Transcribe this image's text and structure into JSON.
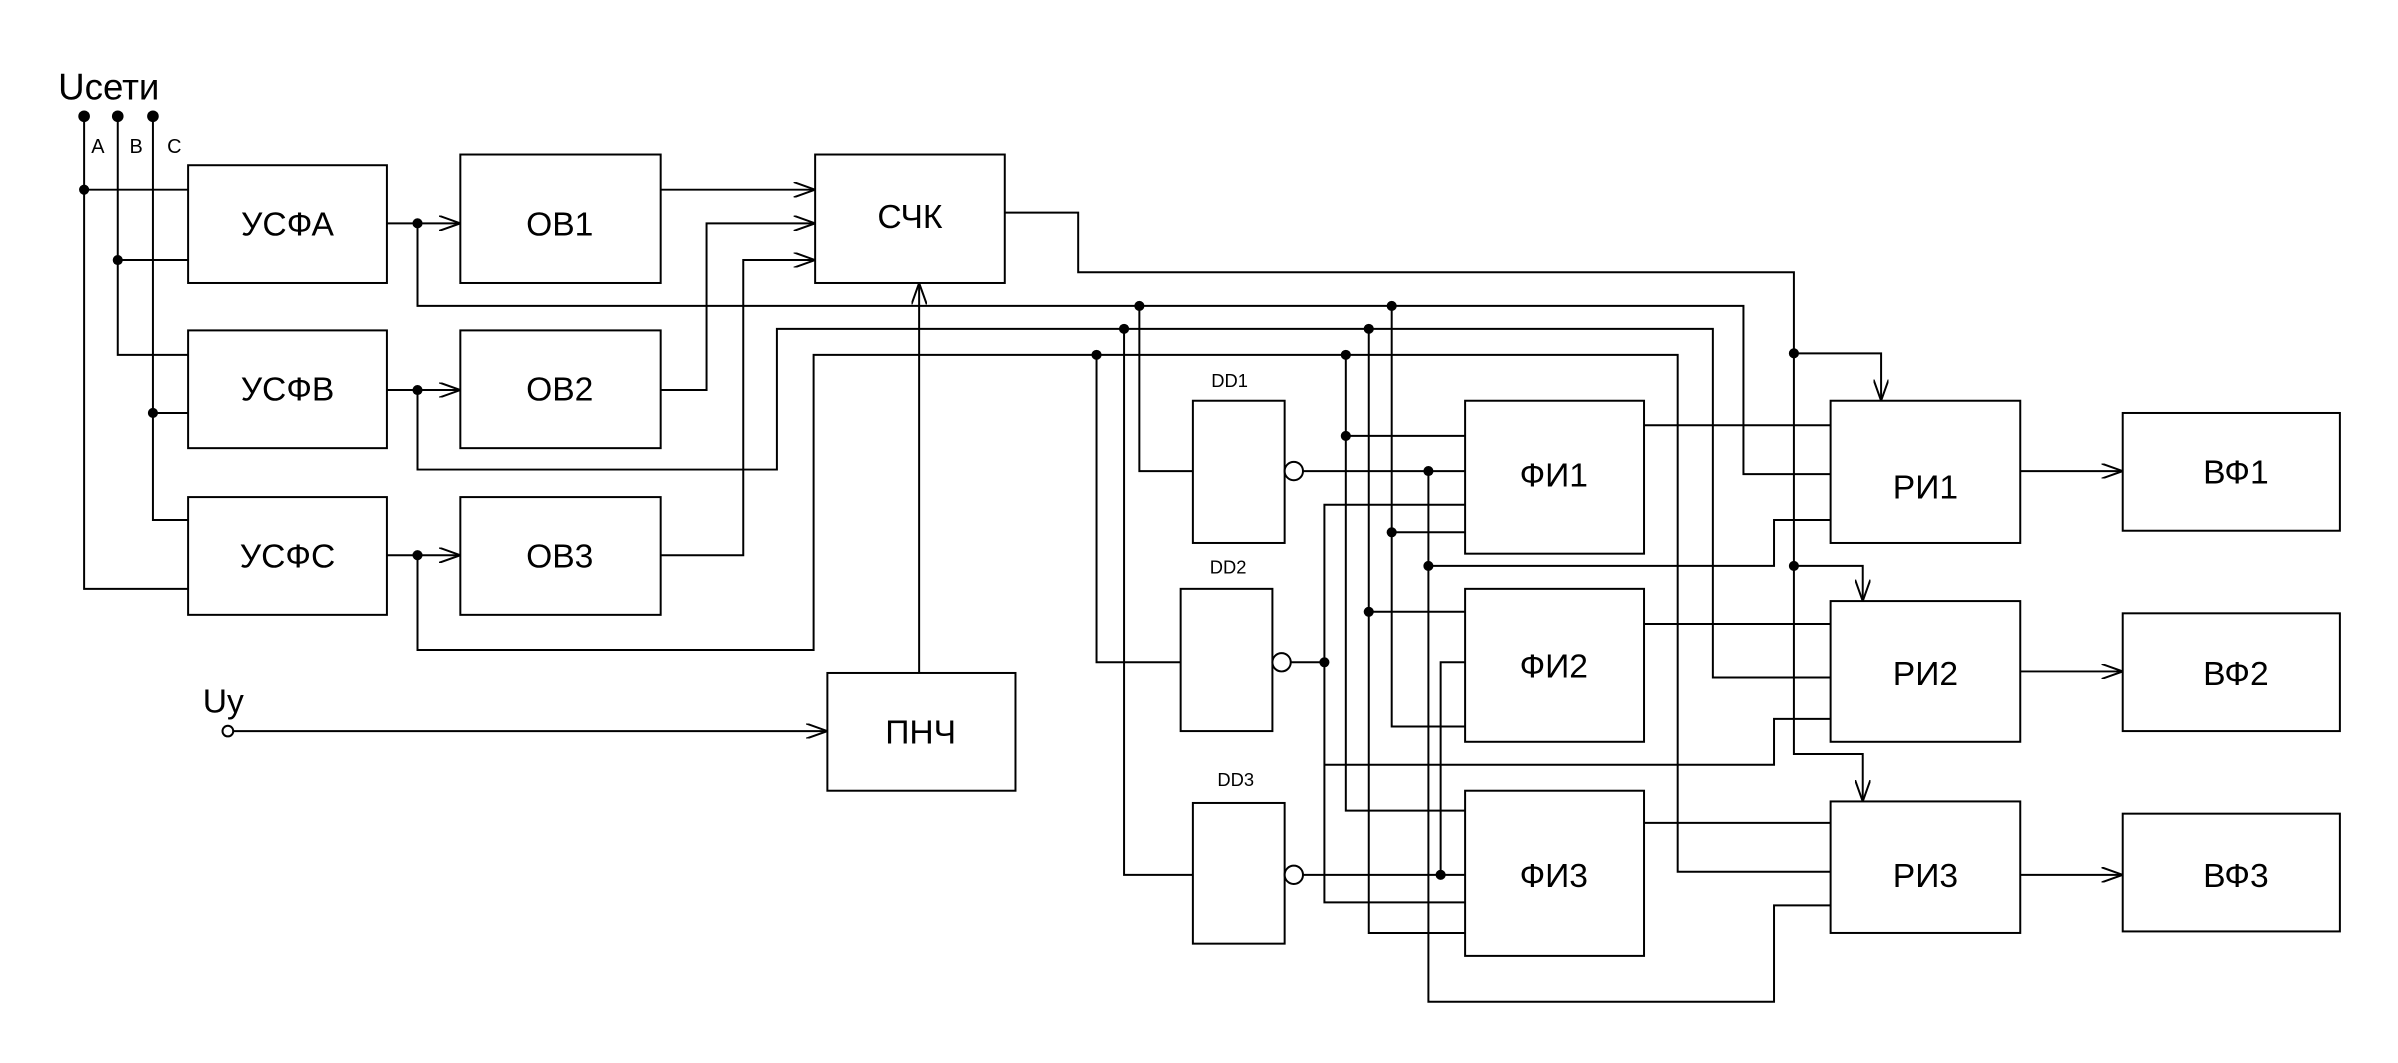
{
  "supply": {
    "label": "Uсети",
    "phase_a": "A",
    "phase_b": "B",
    "phase_c": "C"
  },
  "control": {
    "label": "Uу"
  },
  "blocks": {
    "usfa": "УСФА",
    "usfb": "УСФВ",
    "usfc": "УСФС",
    "ov1": "ОВ1",
    "ov2": "ОВ2",
    "ov3": "ОВ3",
    "schk": "СЧК",
    "pnch": "ПНЧ",
    "dd1": "DD1",
    "dd2": "DD2",
    "dd3": "DD3",
    "fi1": "ФИ1",
    "fi2": "ФИ2",
    "fi3": "ФИ3",
    "ri1": "РИ1",
    "ri2": "РИ2",
    "ri3": "РИ3",
    "vf1": "ВФ1",
    "vf2": "ВФ2",
    "vf3": "ВФ3"
  }
}
